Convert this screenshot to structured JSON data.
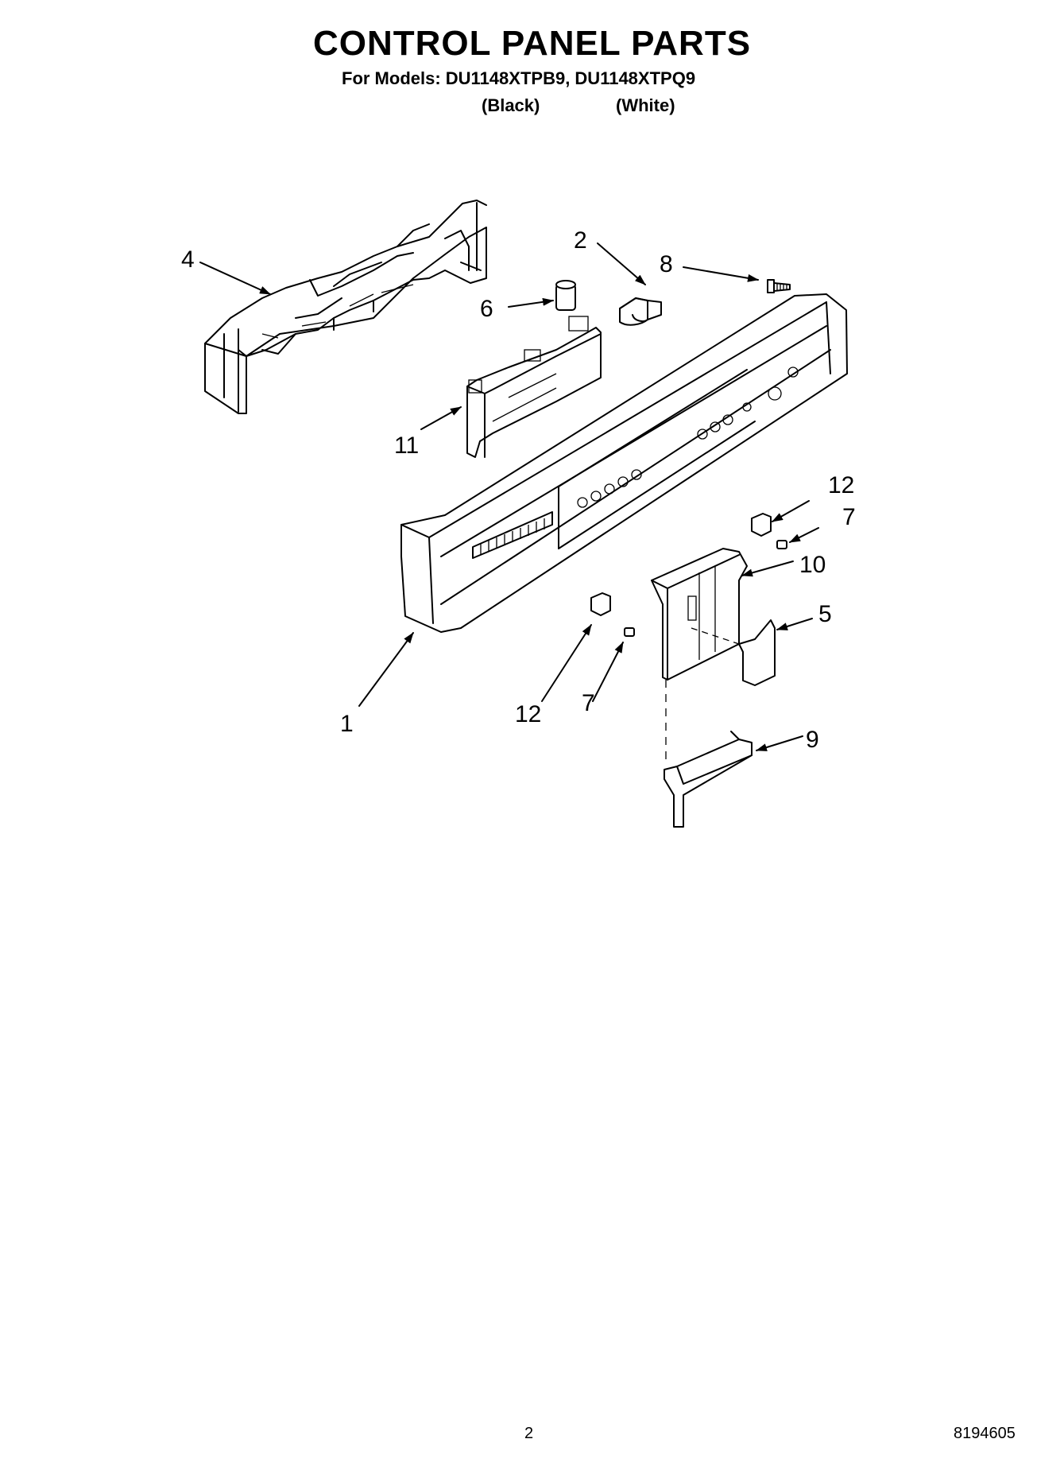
{
  "header": {
    "title": "CONTROL PANEL PARTS",
    "models_line": "For Models: DU1148XTPB9, DU1148XTPQ9",
    "variant_1": "(Black)",
    "variant_2": "(White)"
  },
  "callouts": {
    "c1": "1",
    "c2": "2",
    "c4": "4",
    "c5": "5",
    "c6": "6",
    "c7a": "7",
    "c7b": "7",
    "c8": "8",
    "c9": "9",
    "c10": "10",
    "c11": "11",
    "c12a": "12",
    "c12b": "12"
  },
  "footer": {
    "page_number": "2",
    "document_number": "8194605"
  }
}
